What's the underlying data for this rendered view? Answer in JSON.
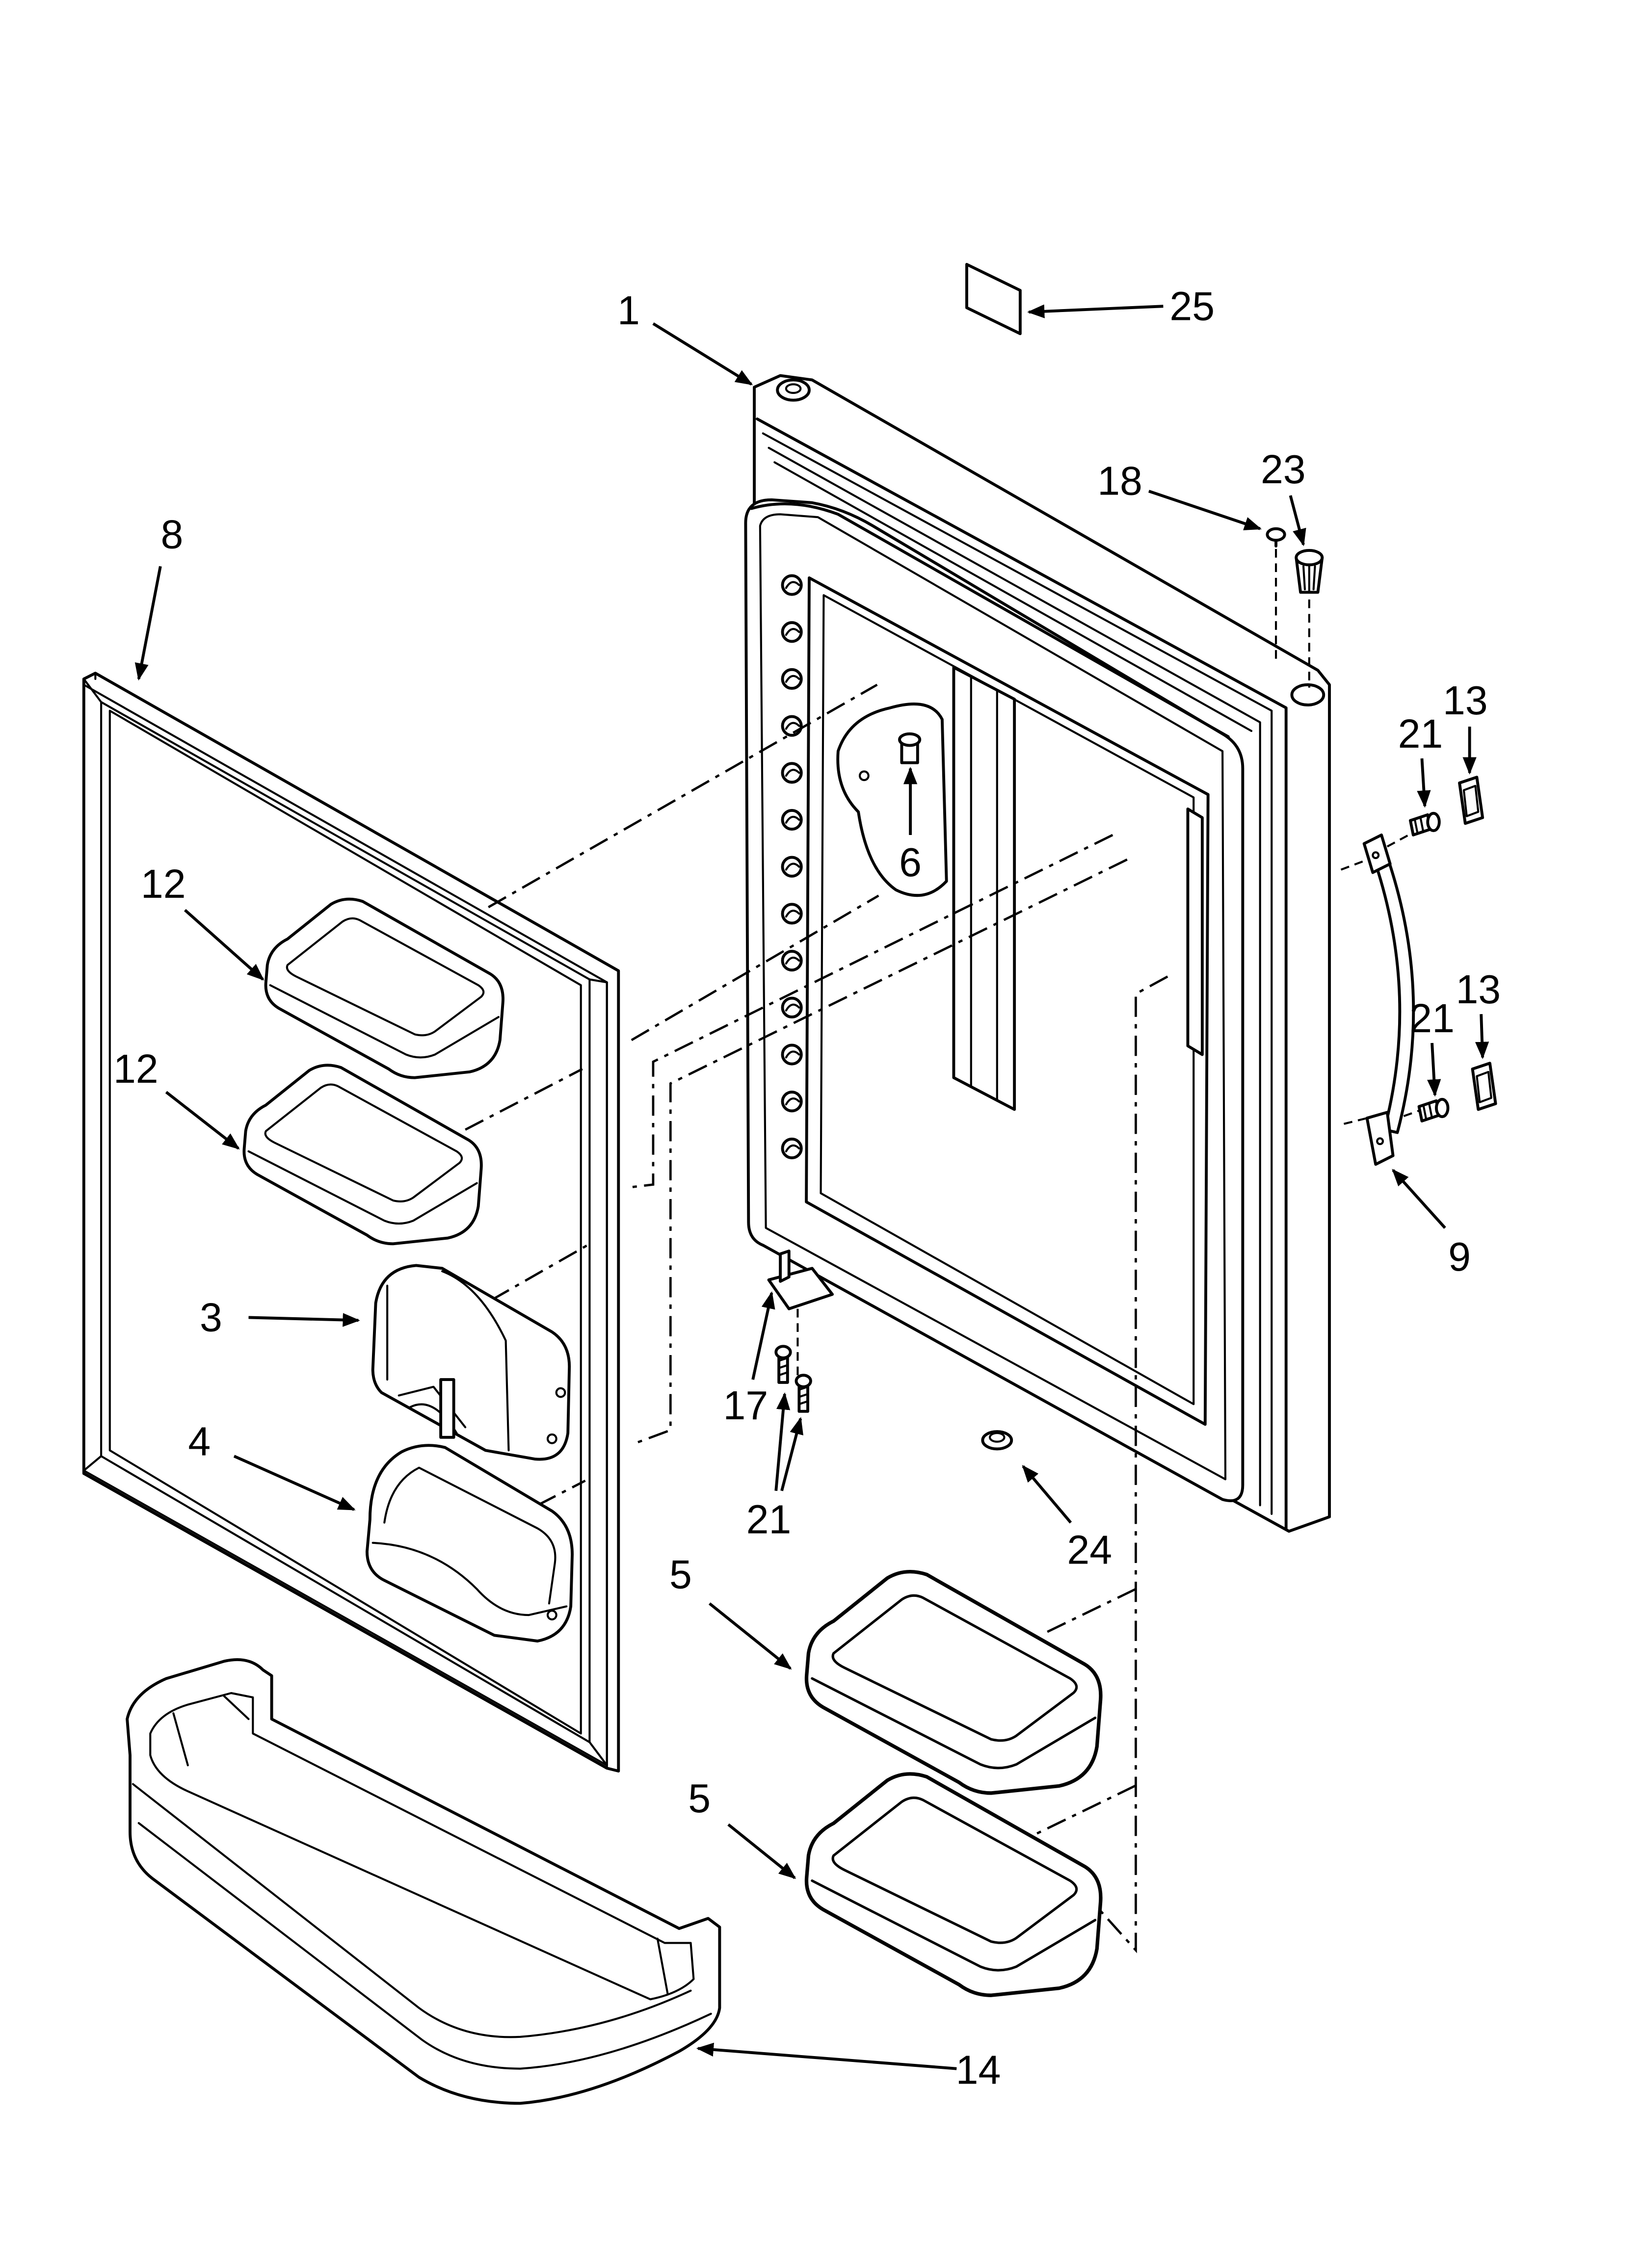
{
  "callouts": [
    "25",
    "1",
    "18",
    "23",
    "8",
    "13",
    "21",
    "12",
    "6",
    "12",
    "13",
    "21",
    "9",
    "3",
    "17",
    "21",
    "4",
    "24",
    "5",
    "5",
    "14"
  ]
}
